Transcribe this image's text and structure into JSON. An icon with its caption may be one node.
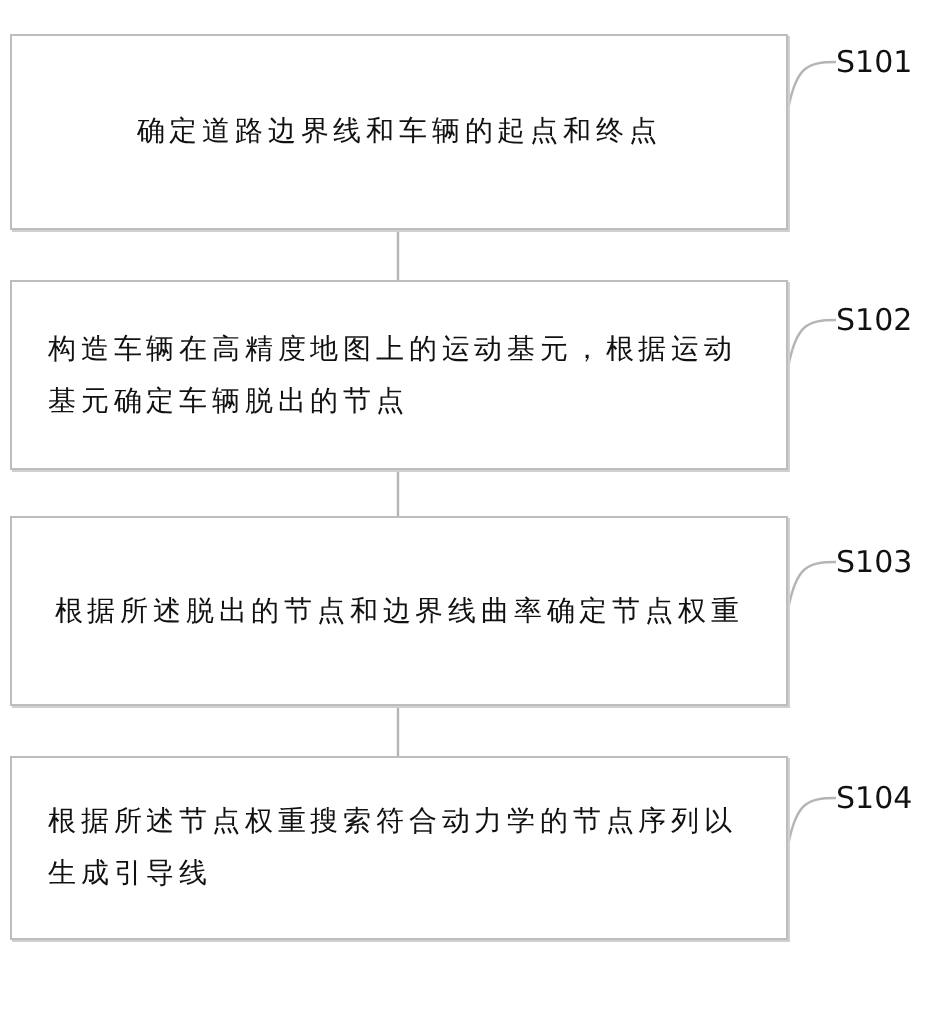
{
  "diagram": {
    "nodes": [
      {
        "text": [
          "确定道路边界线和车辆的起点和终点"
        ]
      },
      {
        "text": [
          "S101"
        ]
      },
      {
        "text": [
          "构造车辆在高精度地图上的运动基元，根据运动基元确定车辆脱出的节点"
        ]
      },
      {
        "text": [
          "S102"
        ]
      },
      {
        "text": [
          "根据所述脱出的节点和边界线曲率确定节点权重"
        ]
      },
      {
        "text": [
          "S103"
        ]
      },
      {
        "text": [
          "根据所述节点权重搜索符合动力学的节点序列以生成引导线"
        ]
      },
      {
        "text": [
          "S104"
        ]
      }
    ],
    "edges": [
      {
        "from": 0,
        "to": 2,
        "arrow": "none"
      },
      {
        "from": 2,
        "to": 4,
        "arrow": "none"
      },
      {
        "from": 4,
        "to": 6,
        "arrow": "none"
      },
      {
        "from": 1,
        "to": 0,
        "arrow": "none"
      },
      {
        "from": 3,
        "to": 2,
        "arrow": "none"
      },
      {
        "from": 5,
        "to": 4,
        "arrow": "none"
      },
      {
        "from": 7,
        "to": 6,
        "arrow": "none"
      }
    ]
  }
}
